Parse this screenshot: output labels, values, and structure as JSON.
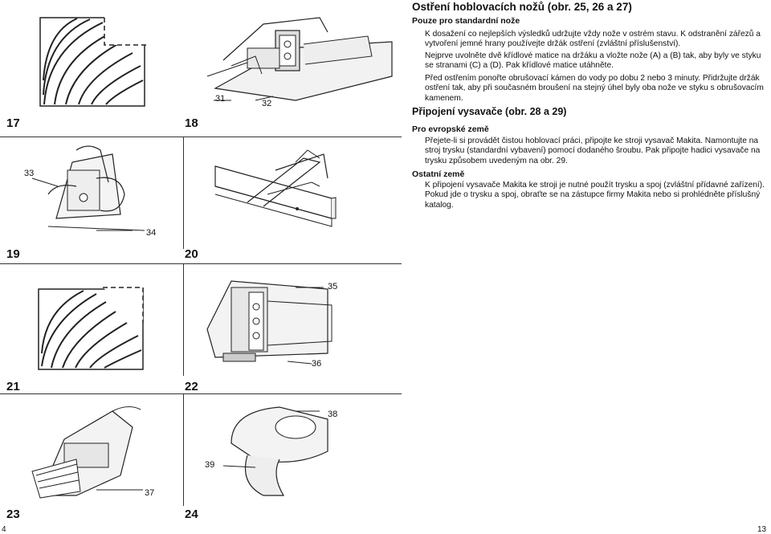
{
  "page": {
    "left_number": "4",
    "right_number": "13"
  },
  "figures": {
    "labels": [
      "17",
      "18",
      "19",
      "20",
      "21",
      "22",
      "23",
      "24"
    ],
    "callouts": {
      "c31": "31",
      "c32": "32",
      "c33": "33",
      "c34": "34",
      "c35": "35",
      "c36": "36",
      "c37": "37",
      "c38": "38",
      "c39": "39"
    }
  },
  "text": {
    "title": "Ostření hoblovacích nožů (obr. 25, 26 a 27)",
    "section1_heading": "Pouze pro standardní nože",
    "para1": "K dosažení co nejlepších výsledků udržujte vždy nože v ostrém stavu. K odstranění zářezů a vytvoření jemné hrany používejte držák ostření (zvláštní příslušenství).",
    "para2": "Nejprve uvolněte dvě křídlové matice na držáku a vložte nože (A) a (B) tak, aby byly ve styku se stranami (C) a (D). Pak křídlové matice utáhněte.",
    "para3": "Před ostřením ponořte obrušovací kámen do vody po dobu 2 nebo 3 minuty. Přidržujte držák ostření tak, aby při současném broušení na stejný úhel byly oba nože ve styku s obrušovacím kamenem.",
    "heading2": "Připojení vysavače (obr. 28 a 29)",
    "section2_heading": "Pro evropské země",
    "para4": "Přejete-li si provádět čistou hoblovací práci, připojte ke stroji vysavač Makita. Namontujte na stroj trysku (standardní vybavení) pomocí dodaného šroubu. Pak připojte hadici vysavače na trysku způsobem uvedeným na obr. 29.",
    "section3_heading": "Ostatní země",
    "para5": "K připojení vysavače Makita ke stroji je nutné použít trysku a spoj (zvláštní přídavné zařízení). Pokud jde o trysku a spoj, obraťte se na zástupce firmy Makita nebo si prohlédněte příslušný katalog."
  }
}
